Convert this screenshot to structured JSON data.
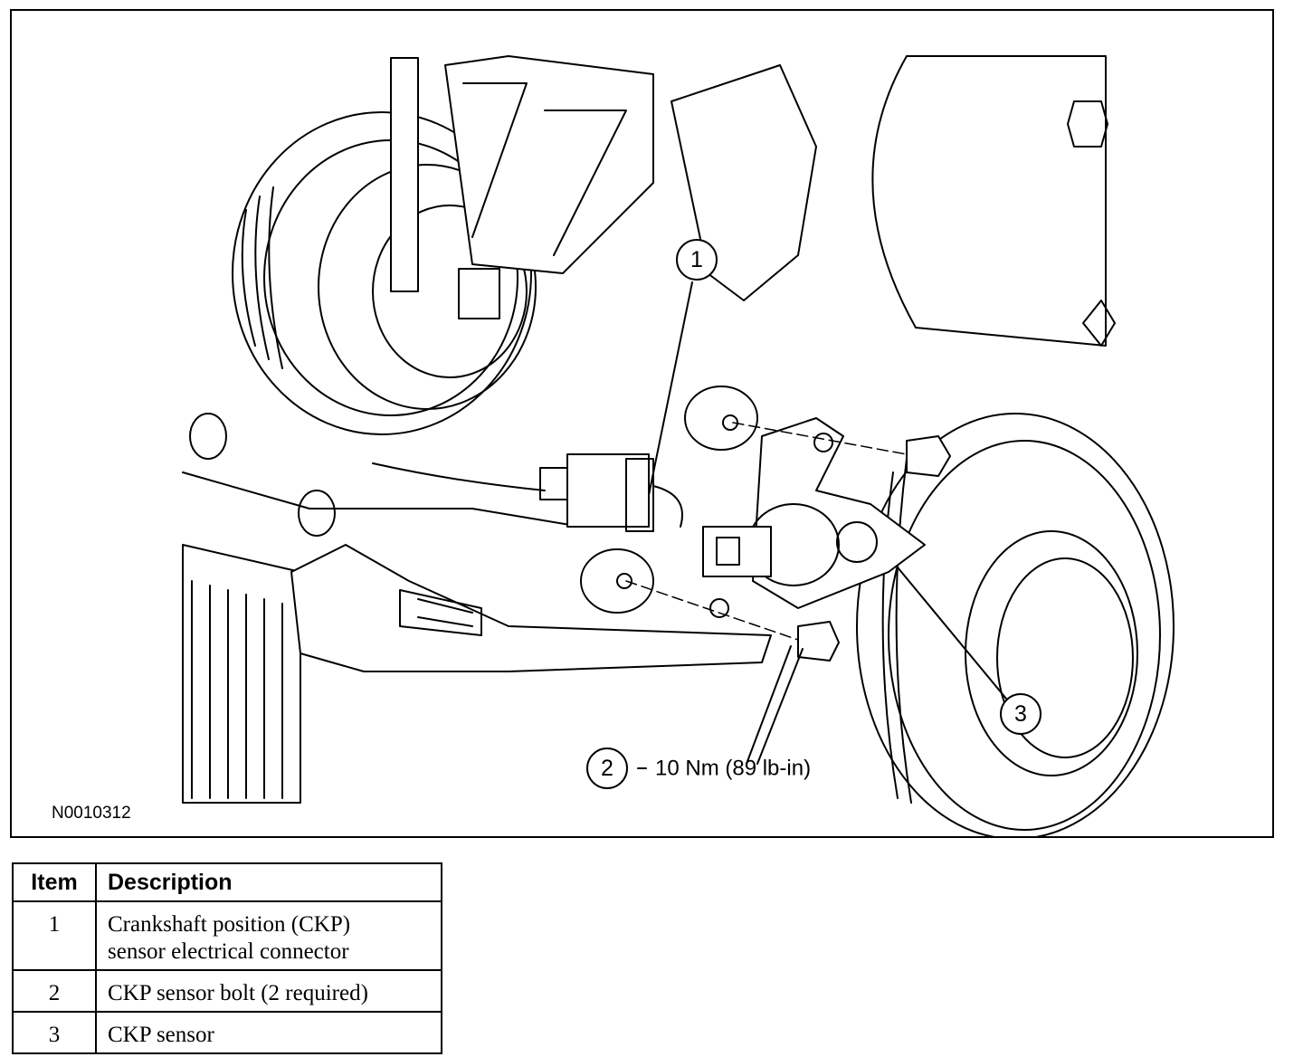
{
  "figure": {
    "id": "N0010312",
    "callouts": [
      {
        "number": "1"
      },
      {
        "number": "2"
      },
      {
        "number": "3"
      }
    ],
    "torque_spec": "10 Nm (89 lb-in)"
  },
  "legend": {
    "headers": {
      "item": "Item",
      "description": "Description"
    },
    "rows": [
      {
        "item": "1",
        "description_line1": "Crankshaft position (CKP)",
        "description_line2": "sensor electrical connector"
      },
      {
        "item": "2",
        "description_line1": "CKP sensor bolt (2 required)"
      },
      {
        "item": "3",
        "description_line1": "CKP sensor"
      }
    ]
  }
}
